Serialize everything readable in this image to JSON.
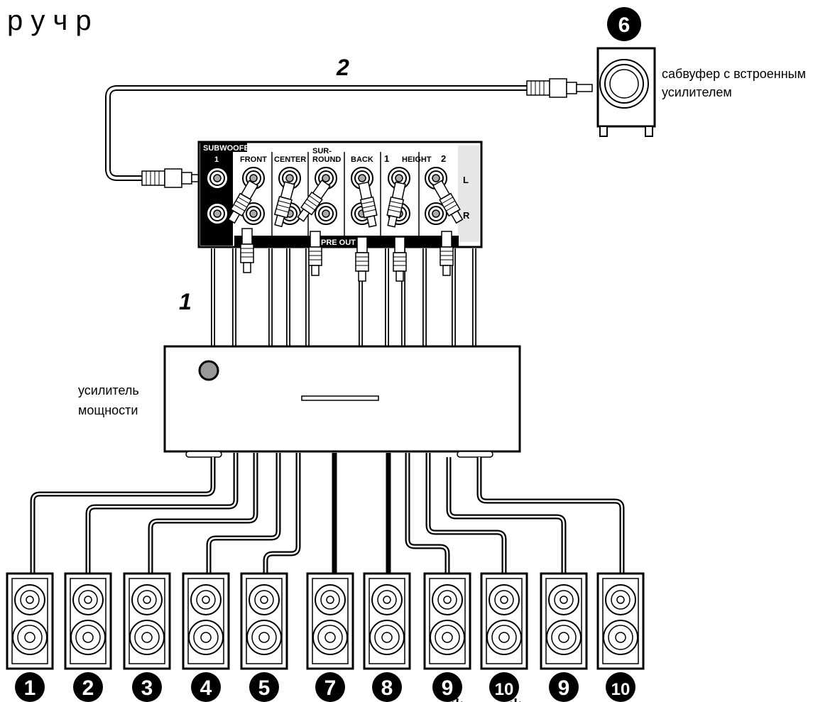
{
  "page": {
    "title": "р у  ч  р"
  },
  "subwoofer": {
    "badge": "6",
    "label_line1": "сабвуфер с встроенным",
    "label_line2": "усилителем"
  },
  "cables": {
    "rca_cable": "2",
    "speaker_cable": "1"
  },
  "amplifier": {
    "label_line1": "усилитель",
    "label_line2": "мощности"
  },
  "preout_panel": {
    "subwoofer_header": "SUBWOOFER",
    "subwoofer_channel": "1",
    "front": "FRONT",
    "center": "CENTER",
    "surround_line1": "SUR-",
    "surround_line2": "ROUND",
    "back": "BACK",
    "height_1": "1",
    "height": "HEIGHT",
    "height_2": "2",
    "left": "L",
    "right": "R",
    "pre_out": "PRE OUT"
  },
  "speakers": [
    {
      "badge": "1",
      "asterisk": ""
    },
    {
      "badge": "2",
      "asterisk": ""
    },
    {
      "badge": "3",
      "asterisk": ""
    },
    {
      "badge": "4",
      "asterisk": ""
    },
    {
      "badge": "5",
      "asterisk": ""
    },
    {
      "badge": "7",
      "asterisk": ""
    },
    {
      "badge": "8",
      "asterisk": ""
    },
    {
      "badge": "9",
      "asterisk": "*"
    },
    {
      "badge": "10",
      "asterisk": "*"
    },
    {
      "badge": "9",
      "asterisk": ""
    },
    {
      "badge": "10",
      "asterisk": ""
    }
  ]
}
